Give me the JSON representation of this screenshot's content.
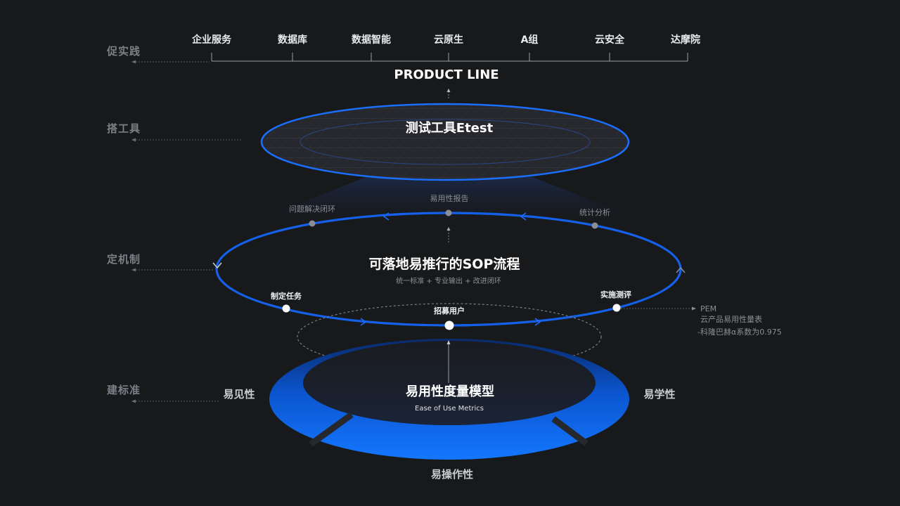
{
  "side_labels": {
    "practice": "促实践",
    "tools": "搭工具",
    "mechanism": "定机制",
    "standard": "建标准"
  },
  "product_line": {
    "title": "PRODUCT LINE",
    "products": [
      "企业服务",
      "数据库",
      "数据智能",
      "云原生",
      "A组",
      "云安全",
      "达摩院"
    ]
  },
  "tool": {
    "title": "测试工具Etest"
  },
  "sop": {
    "title": "可落地易推行的SOP流程",
    "subtitle": "统一标准 + 专业输出 + 改进闭环",
    "nodes": {
      "close_loop": "问题解决闭环",
      "report": "易用性报告",
      "analysis": "统计分析",
      "task": "制定任务",
      "recruit": "招募用户",
      "evaluate": "实施测评"
    }
  },
  "pem": {
    "line1": "PEM",
    "line2": "云产品易用性量表",
    "line3": "-科隆巴赫α系数为0.975"
  },
  "model": {
    "title": "易用性度量模型",
    "subtitle": "Ease of Use Metrics",
    "visible": "易见性",
    "learnable": "易学性",
    "operable": "易操作性"
  },
  "colors": {
    "background": "#18191b",
    "accent": "#1a6fff",
    "ring": "#1760e8",
    "muted_text": "#7b7f86"
  }
}
